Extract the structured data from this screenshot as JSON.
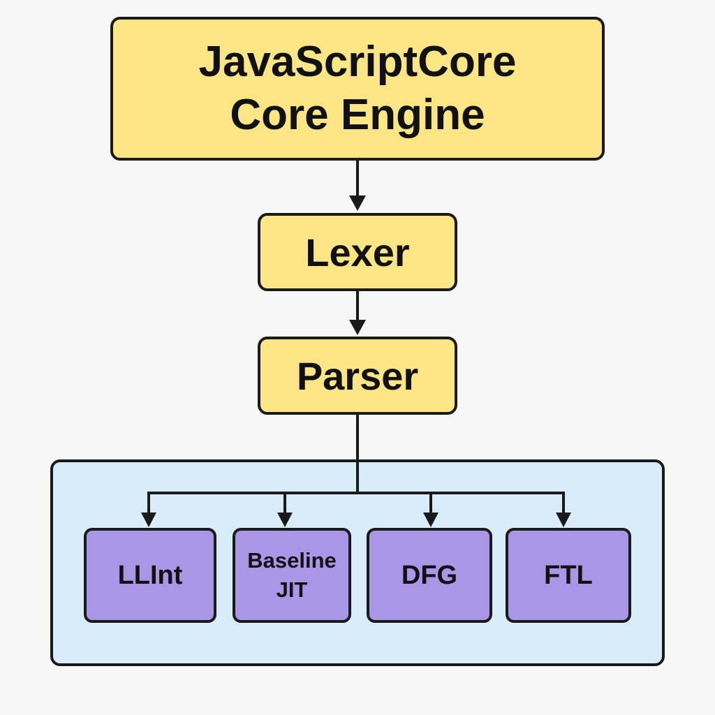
{
  "engine": {
    "line1": "JavaScriptCore",
    "line2": "Core Engine"
  },
  "stages": {
    "lexer": "Lexer",
    "parser": "Parser"
  },
  "tiers": {
    "llint": "LLInt",
    "baseline_line1": "Baseline",
    "baseline_line2": "JIT",
    "dfg": "DFG",
    "ftl": "FTL"
  },
  "colors": {
    "stage_fill": "#fbe584",
    "tier_fill": "#a996e6",
    "group_fill": "#d8ecf9",
    "outline": "#1a1a1a",
    "background": "#f7f7f7"
  }
}
